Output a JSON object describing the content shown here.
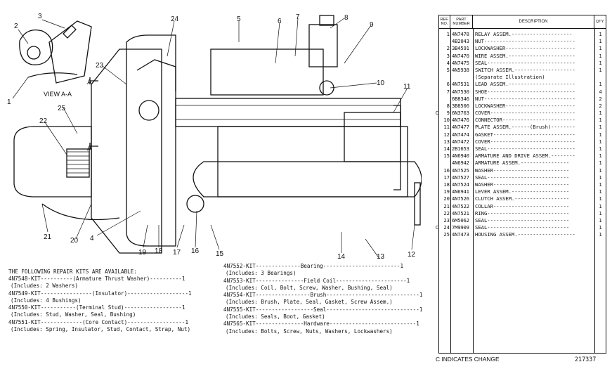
{
  "diagram": {
    "view_label": "VIEW A-A",
    "section_marker": "A",
    "callouts": [
      "1",
      "2",
      "3",
      "4",
      "5",
      "6",
      "7",
      "8",
      "9",
      "10",
      "11",
      "12",
      "13",
      "14",
      "15",
      "16",
      "17",
      "18",
      "19",
      "20",
      "21",
      "22",
      "23",
      "24",
      "25"
    ]
  },
  "repair_kits": {
    "header": "THE FOLLOWING REPAIR KITS ARE AVAILABLE:",
    "left": [
      {
        "line": "4N7548-KIT----------(Armature Thrust Washer)----------1",
        "note": "(Includes: 2 Washers)"
      },
      {
        "line": "4N7549-KIT----------------(Insulator)-------------------1",
        "note": "(Includes: 4 Bushings)"
      },
      {
        "line": "4N7550-KIT-----------(Terminal Stud)------------------1",
        "note": "(Includes: Stud, Washer, Seal, Bushing)"
      },
      {
        "line": "4N7551-KIT-------------(Core Contact)------------------1",
        "note": "(Includes: Spring, Insulator, Stud, Contact, Strap, Nut)"
      }
    ],
    "right": [
      {
        "line": "4N7552-KIT--------------Bearing------------------------1",
        "note": "(Includes: 3 Bearings)"
      },
      {
        "line": "4N7553-KIT---------------Field Coil----------------------1",
        "note": "(Includes: Coil, Bolt, Screw, Washer, Bushing, Seal)"
      },
      {
        "line": "4N7554-KIT-----------------Brush-----------------------------1",
        "note": "(Includes: Brush, Plate, Seal, Gasket, Screw Assem.)"
      },
      {
        "line": "4N7555-KIT------------------Seal-----------------------------1",
        "note": "(Includes: Seals, Boot, Gasket)"
      },
      {
        "line": "4N7565-KIT---------------Hardware---------------------------1",
        "note": "(Includes: Bolts, Screw, Nuts, Washers, Lockwashers)"
      }
    ]
  },
  "parts_table": {
    "headers": {
      "ref": "REF. NO.",
      "part": "PART NUMBER",
      "desc": "DESCRIPTION",
      "qty": "QTY."
    },
    "rows": [
      {
        "mark": "",
        "ref": "1",
        "part": "4N7478",
        "desc": "RELAY ASSEM.--------------------",
        "qty": "1"
      },
      {
        "mark": "",
        "ref": "",
        "part": "4B2043",
        "desc": "NUT------------------------------",
        "qty": "1"
      },
      {
        "mark": "",
        "ref": "2",
        "part": "3B4591",
        "desc": "LOCKWASHER-----------------------",
        "qty": "1"
      },
      {
        "mark": "",
        "ref": "3",
        "part": "4N7470",
        "desc": "WIRE ASSEM.----------------------",
        "qty": "1"
      },
      {
        "mark": "",
        "ref": "4",
        "part": "4N7475",
        "desc": "SEAL-----------------------------",
        "qty": "1"
      },
      {
        "mark": "",
        "ref": "5",
        "part": "4N5938",
        "desc": "SWITCH ASSEM.--------------------",
        "qty": "1"
      },
      {
        "mark": "",
        "ref": "",
        "part": "",
        "desc": "   (Separate Illustration)",
        "qty": ""
      },
      {
        "mark": "",
        "ref": "6",
        "part": "4N7531",
        "desc": "LEAD ASSEM.----------------------",
        "qty": "1"
      },
      {
        "mark": "",
        "ref": "7",
        "part": "4N7530",
        "desc": "SHOE-----------------------------",
        "qty": "4"
      },
      {
        "mark": "",
        "ref": "",
        "part": "6B8346",
        "desc": "NUT------------------------------",
        "qty": "2"
      },
      {
        "mark": "",
        "ref": "8",
        "part": "3B8506",
        "desc": "LOCKWASHER-----------------------",
        "qty": "2"
      },
      {
        "mark": "C",
        "ref": "9",
        "part": "6N3763",
        "desc": "COVER----------------------------",
        "qty": "1"
      },
      {
        "mark": "",
        "ref": "10",
        "part": "4N7476",
        "desc": "CONNECTOR------------------------",
        "qty": "1"
      },
      {
        "mark": "",
        "ref": "11",
        "part": "4N7477",
        "desc": "PLATE ASSEM.------(Brush)--------",
        "qty": "1"
      },
      {
        "mark": "",
        "ref": "12",
        "part": "4N7474",
        "desc": "GASKET---------------------------",
        "qty": "1"
      },
      {
        "mark": "",
        "ref": "13",
        "part": "4N7472",
        "desc": "COVER----------------------------",
        "qty": "1"
      },
      {
        "mark": "",
        "ref": "14",
        "part": "2B1653",
        "desc": "SEAL-----------------------------",
        "qty": "1"
      },
      {
        "mark": "",
        "ref": "15",
        "part": "4N6940",
        "desc": "ARMATURE AND DRIVE ASSEM.--------",
        "qty": "1"
      },
      {
        "mark": "",
        "ref": "",
        "part": "4N6942",
        "desc": "  ARMATURE ASSEM.----------------",
        "qty": "1"
      },
      {
        "mark": "",
        "ref": "16",
        "part": "4N7525",
        "desc": "  WASHER-------------------------",
        "qty": "1"
      },
      {
        "mark": "",
        "ref": "17",
        "part": "4N7527",
        "desc": "  SEAL---------------------------",
        "qty": "1"
      },
      {
        "mark": "",
        "ref": "18",
        "part": "4N7524",
        "desc": "  WASHER-------------------------",
        "qty": "1"
      },
      {
        "mark": "",
        "ref": "19",
        "part": "4N6941",
        "desc": "  LEVER ASSEM.-------------------",
        "qty": "1"
      },
      {
        "mark": "",
        "ref": "20",
        "part": "4N7526",
        "desc": "  CLUTCH ASSEM.------------------",
        "qty": "1"
      },
      {
        "mark": "",
        "ref": "21",
        "part": "4N7522",
        "desc": "  COLLAR-------------------------",
        "qty": "1"
      },
      {
        "mark": "",
        "ref": "22",
        "part": "4N7521",
        "desc": "  RING---------------------------",
        "qty": "1"
      },
      {
        "mark": "",
        "ref": "23",
        "part": "6M5062",
        "desc": "  SEAL---------------------------",
        "qty": "1"
      },
      {
        "mark": "C",
        "ref": "24",
        "part": "7M9909",
        "desc": "  SEAL---------------------------",
        "qty": "1"
      },
      {
        "mark": "",
        "ref": "25",
        "part": "4N7473",
        "desc": "HOUSING ASSEM.-------------------",
        "qty": "1"
      }
    ]
  },
  "footer": {
    "note": "C INDICATES CHANGE",
    "figure_number": "217337"
  }
}
